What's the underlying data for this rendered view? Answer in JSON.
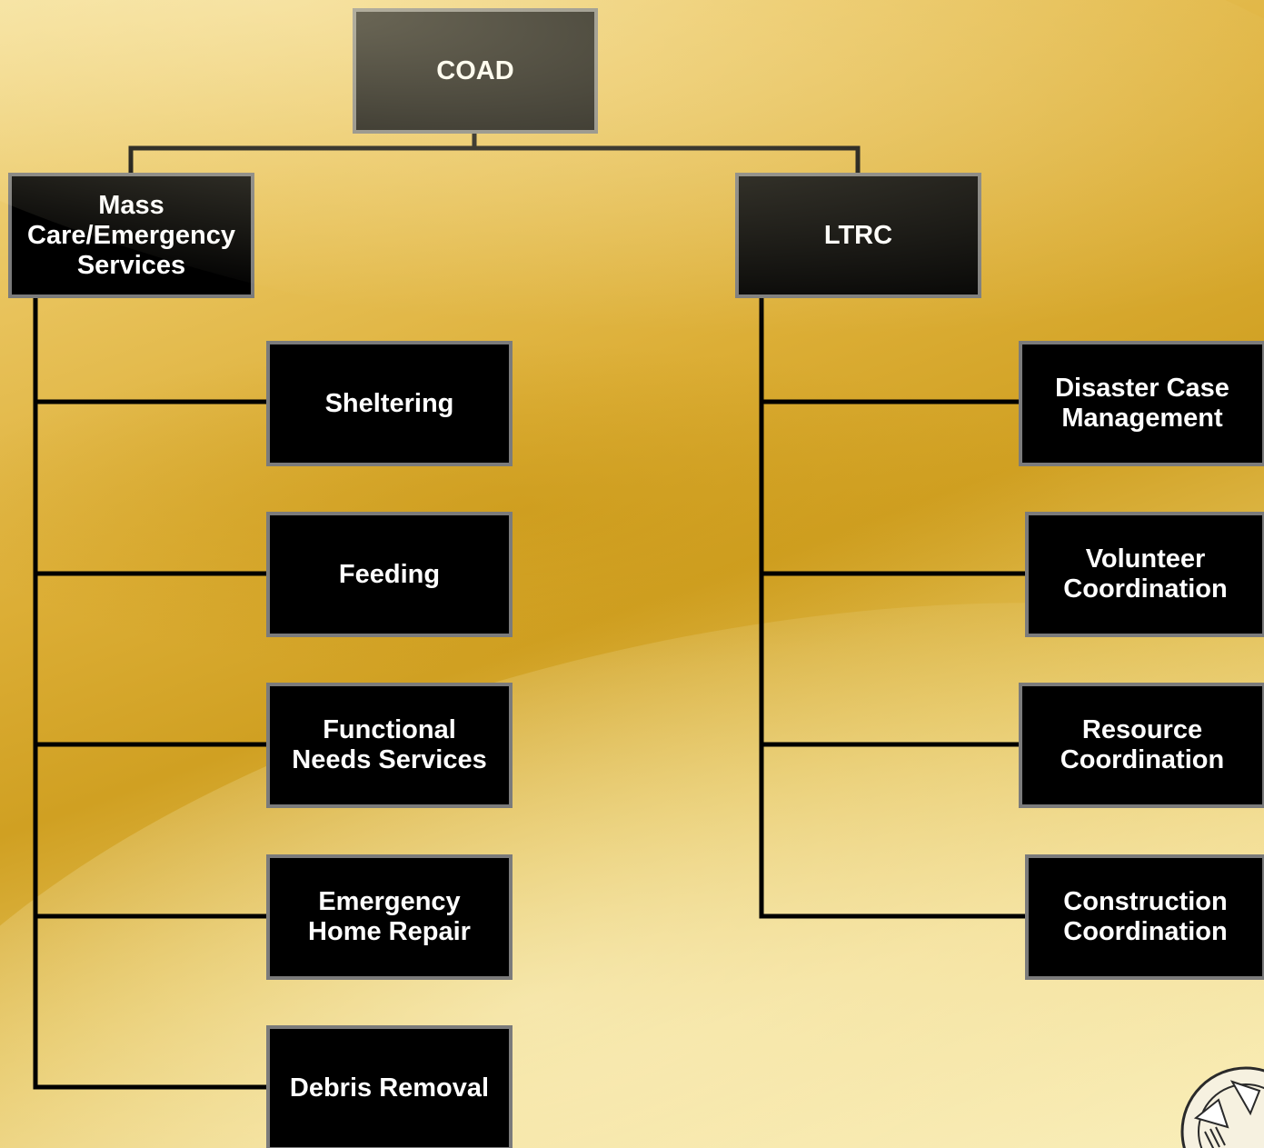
{
  "chart": {
    "root": "COAD",
    "branches": [
      {
        "label": "Mass\nCare/Emergency\nServices",
        "children": [
          "Sheltering",
          "Feeding",
          "Functional\nNeeds Services",
          "Emergency\nHome Repair",
          "Debris Removal"
        ]
      },
      {
        "label": "LTRC",
        "children": [
          "Disaster Case\nManagement",
          "Volunteer\nCoordination",
          "Resource\nCoordination",
          "Construction\nCoordination"
        ]
      }
    ]
  },
  "colors": {
    "box_fill": "#000000",
    "box_border": "#7b7b7b",
    "box_text": "#ffffff",
    "connector": "#000000",
    "background_gold": "#d0a022"
  }
}
